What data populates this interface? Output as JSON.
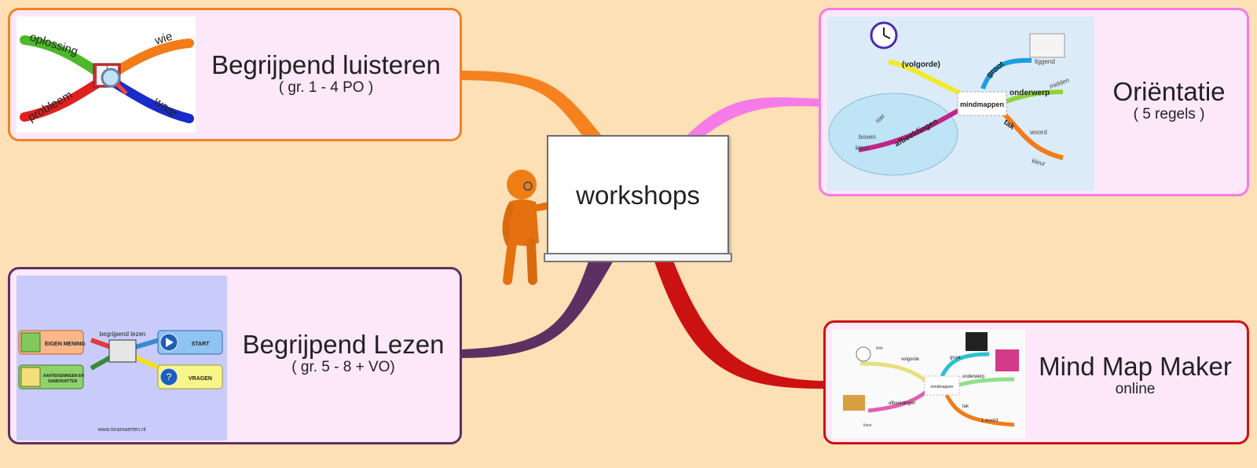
{
  "center": {
    "label": "workshops"
  },
  "branches": {
    "luisteren": {
      "title": "Begrijpend luisteren",
      "subtitle": "( gr. 1 - 4 PO )",
      "border_color": "#f5821f",
      "thumb_words": {
        "top_left": "oplossing",
        "top_right": "wie",
        "bottom_left": "probleem",
        "bottom_right": "waar"
      }
    },
    "lezen": {
      "title": "Begrijpend Lezen",
      "subtitle": "( gr. 5 - 8 + VO)",
      "border_color": "#5e3061",
      "thumb": {
        "center": "begrijpend lezen",
        "left_top": "EIGEN MENING",
        "left_bottom": "AANTEKENINGEN EN SAMENVATTEN",
        "right_top": "START",
        "right_bottom": "VRAGEN",
        "footer": "www.tinamaerten.nl"
      }
    },
    "orientatie": {
      "title": "Oriëntatie",
      "subtitle": "( 5 regels )",
      "border_color": "#f47be8",
      "thumb": {
        "center": "mindmappen",
        "b1": "(volgorde)",
        "b2": "groot",
        "b3": "onderwerp",
        "b4": "tak",
        "b5": "afbeeldingen",
        "s1": "liggend",
        "s2": "midden",
        "s3": "woord",
        "s4": "kleur",
        "s5": "stel",
        "s6": "boven",
        "s7": "kleur"
      }
    },
    "mindmap": {
      "title": "Mind Map Maker",
      "subtitle": "online",
      "border_color": "#cc1111",
      "thumb": {
        "center": "mindmappen",
        "b1": "volgorde",
        "b2": "groot",
        "b3": "onderwerp",
        "b4": "tak",
        "b5": "afbeeldingen",
        "b6": "1 woord",
        "b7": "klok",
        "b8": "kleur"
      }
    }
  },
  "colors": {
    "background": "#fde0b5",
    "card_fill": "#fde8f9",
    "orange": "#f5821f",
    "purple": "#5e3061",
    "pink": "#f47be8",
    "red": "#cc1111"
  }
}
